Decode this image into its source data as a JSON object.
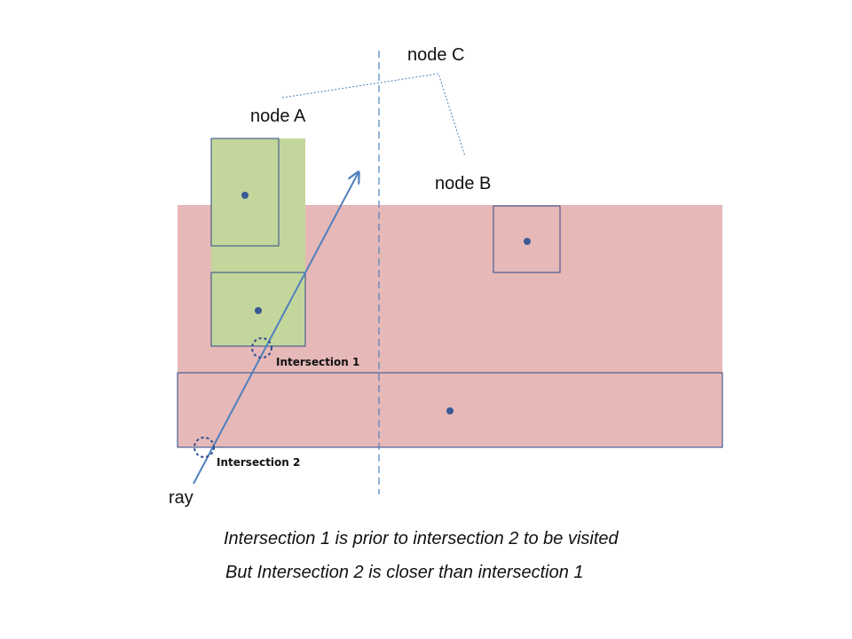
{
  "colors": {
    "pink_region": "#e6b8b7",
    "green_region": "#c3d69b",
    "box_stroke": "#2e4a8b",
    "dot": "#3a5a96",
    "ray": "#4f81bd",
    "guide": "#4f81bd"
  },
  "labels": {
    "node_a": "node A",
    "node_b": "node B",
    "node_c": "node C",
    "ray": "ray",
    "intersection_1": "Intersection 1",
    "intersection_2": "Intersection 2"
  },
  "captions": {
    "line1": "Intersection 1  is prior to  intersection 2 to be visited",
    "line2": "But Intersection 2  is closer than  intersection 1"
  }
}
